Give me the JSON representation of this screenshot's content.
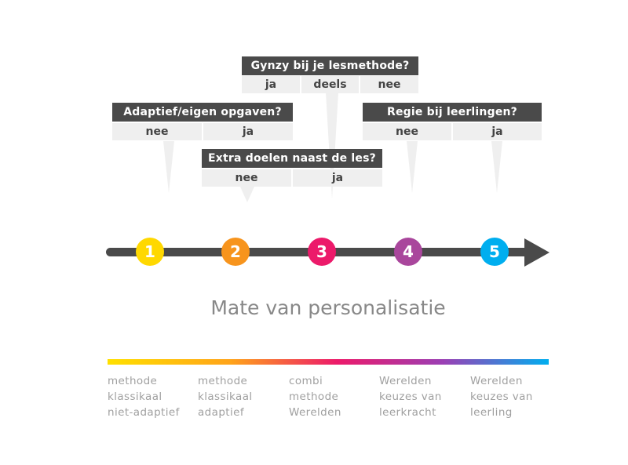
{
  "questions": {
    "gynzy": {
      "title": "Gynzy bij je lesmethode?",
      "answers": [
        "ja",
        "deels",
        "nee"
      ]
    },
    "adaptief": {
      "title": "Adaptief/eigen opgaven?",
      "answers": [
        "nee",
        "ja"
      ]
    },
    "extra": {
      "title": "Extra doelen naast de les?",
      "answers": [
        "nee",
        "ja"
      ]
    },
    "regie": {
      "title": "Regie bij leerlingen?",
      "answers": [
        "nee",
        "ja"
      ]
    }
  },
  "axis": {
    "title": "Mate van personalisatie",
    "levels": [
      {
        "label": "1",
        "color": "#ffd800"
      },
      {
        "label": "2",
        "color": "#f7941d"
      },
      {
        "label": "3",
        "color": "#ec1a6a"
      },
      {
        "label": "4",
        "color": "#a9469c"
      },
      {
        "label": "5",
        "color": "#00aeef"
      }
    ]
  },
  "descriptions": [
    [
      "methode",
      "klassikaal",
      "niet-adaptief"
    ],
    [
      "methode",
      "klassikaal",
      "adaptief"
    ],
    [
      "combi",
      "methode",
      "Werelden"
    ],
    [
      "Werelden",
      "keuzes van",
      "leerkracht"
    ],
    [
      "Werelden",
      "keuzes van",
      "leerling"
    ]
  ]
}
